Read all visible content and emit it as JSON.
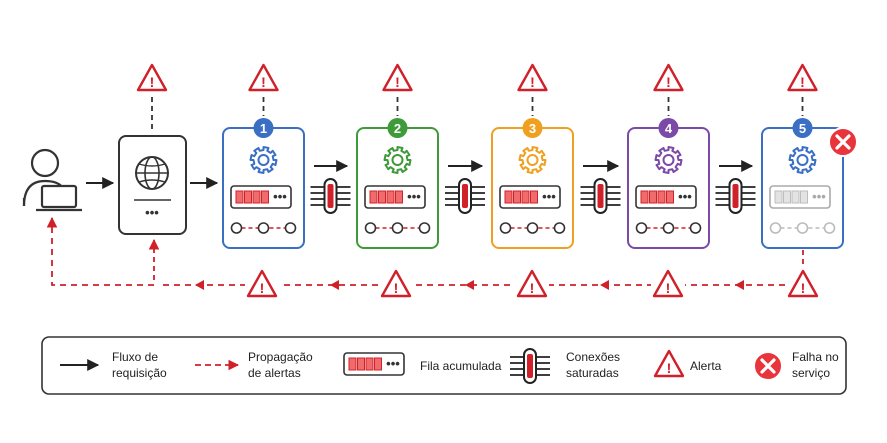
{
  "services": [
    {
      "number": "1",
      "color": "#3a6fc4",
      "failed": false
    },
    {
      "number": "2",
      "color": "#3f9a3a",
      "failed": false
    },
    {
      "number": "3",
      "color": "#f0a020",
      "failed": false
    },
    {
      "number": "4",
      "color": "#7b4aa8",
      "failed": false
    },
    {
      "number": "5",
      "color": "#3a6fc4",
      "failed": true
    }
  ],
  "gateway": {
    "dots": "•••"
  },
  "queue_dots": "•••",
  "alert_mark": "!",
  "colors": {
    "alert": "#d0202a",
    "flow": "#222222",
    "neutral": "#333333"
  },
  "legend": {
    "request_flow": [
      "Fluxo de",
      "requisição"
    ],
    "alert_propagation": [
      "Propagação",
      "de alertas"
    ],
    "queue": "Fila acumulada",
    "saturated": [
      "Conexões",
      "saturadas"
    ],
    "alert": "Alerta",
    "failure": [
      "Falha no",
      "serviço"
    ]
  }
}
